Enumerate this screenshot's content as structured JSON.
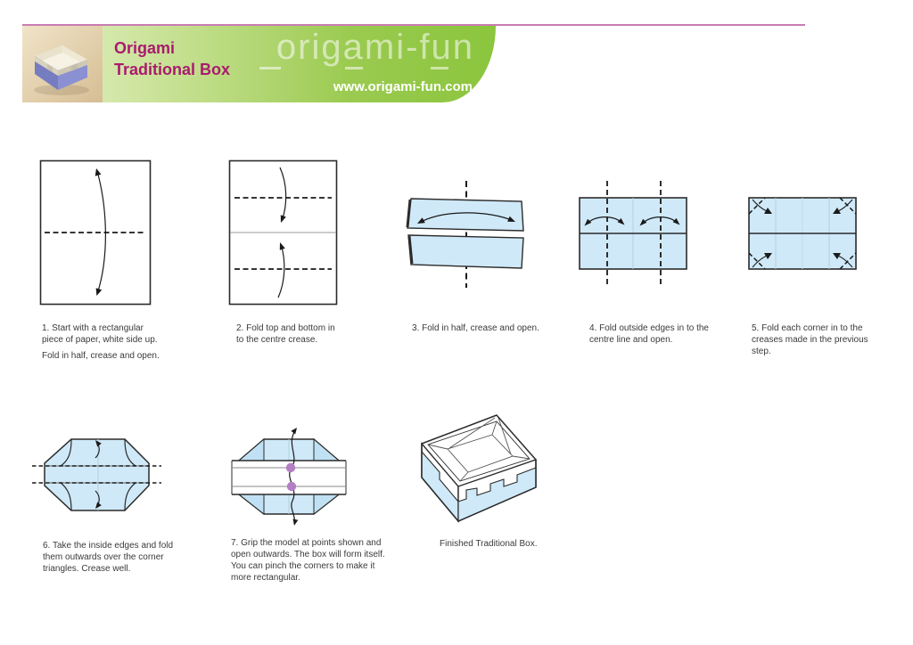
{
  "header": {
    "title_line1": "Origami",
    "title_line2": "Traditional Box",
    "logo": {
      "text": "origami-fun",
      "url": "www.origami-fun.com"
    },
    "colors": {
      "top_line_pink": "#c97cb2",
      "banner_green_light": "#e7f1cb",
      "banner_green": "#8bc53d",
      "title_magenta": "#aa1a6e",
      "logo_text": "rgba(255,255,255,0.55)",
      "url_text": "#ffffff"
    }
  },
  "colors": {
    "paper_blue": "#cfe9f8",
    "paper_blue_dark": "#c0e1f3",
    "outline_dark": "#2b2b2b",
    "crease_gray": "#9a9a9a",
    "faint_fold_line": "#b3cede",
    "grip_dot_purple": "#b37fc3",
    "photo_box_violet": "#767cc0",
    "photo_bg_beige": "#e6d5b3"
  },
  "steps": [
    {
      "id": "1",
      "caption": "1. Start with a rectangular\npiece of paper, white side up.",
      "note": "Fold in half, crease and open."
    },
    {
      "id": "2",
      "caption": "2. Fold top and bottom in\nto the centre crease."
    },
    {
      "id": "3",
      "caption": "3. Fold in half, crease and open."
    },
    {
      "id": "4",
      "caption": "4. Fold outside edges in to the\ncentre line and open."
    },
    {
      "id": "5",
      "caption": "5. Fold each corner in to the\ncreases made in the previous\nstep."
    },
    {
      "id": "6",
      "caption": "6. Take the inside edges and fold\nthem outwards over the corner\ntriangles. Crease well."
    },
    {
      "id": "7",
      "caption": "7. Grip the model at points shown and\nopen outwards. The box will form itself.\nYou can pinch the corners to make it\nmore rectangular."
    }
  ],
  "finished": {
    "caption": "Finished Traditional Box."
  }
}
